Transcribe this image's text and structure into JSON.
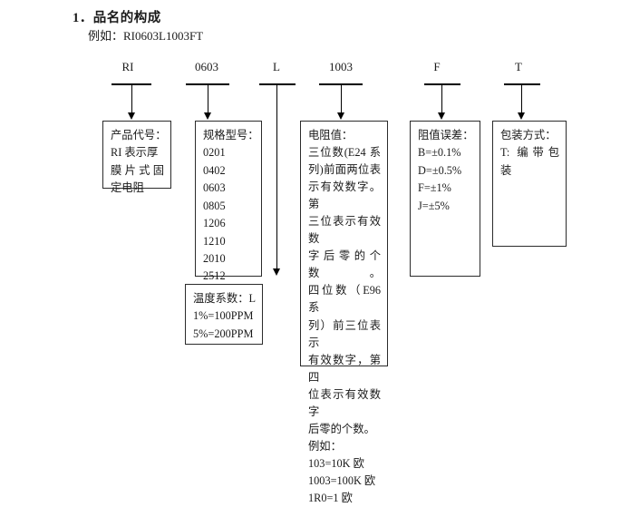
{
  "document": {
    "heading": "1．品名的构成",
    "example_line": "例如：RI0603L1003FT"
  },
  "segments": [
    {
      "name": "product-code",
      "label": "RI"
    },
    {
      "name": "size-code",
      "label": "0603"
    },
    {
      "name": "temp-coef-code",
      "label": "L"
    },
    {
      "name": "resistance-code",
      "label": "1003"
    },
    {
      "name": "tolerance-code",
      "label": "F"
    },
    {
      "name": "packaging-code",
      "label": "T"
    }
  ],
  "boxes": {
    "product_code": {
      "title": "产品代号：",
      "lines": [
        "RI 表示厚",
        "膜片式固",
        "定电阻"
      ]
    },
    "size_type": {
      "title": "规格型号：",
      "lines": [
        "0201",
        "0402",
        "0603",
        "0805",
        "1206",
        "1210",
        "2010",
        "2512"
      ]
    },
    "temperature_coefficient": {
      "title": "温度系数：L",
      "lines": [
        "1%=100PPM",
        "5%=200PPM"
      ]
    },
    "resistance_value": {
      "title": "电阻值：",
      "lines": [
        "三位数(E24 系",
        "列)前面两位表",
        "示有效数字。第",
        "三位表示有效数",
        "字后零的个数。",
        "四位数（E96 系",
        "列）前三位表示",
        "有效数字，第四",
        "位表示有效数字",
        "后零的个数。"
      ],
      "example_label": "例如：",
      "examples": [
        "103=10K 欧",
        "1003=100K 欧",
        "1R0=1 欧"
      ]
    },
    "tolerance": {
      "title": "阻值误差：",
      "lines": [
        "B=±0.1%",
        "D=±0.5%",
        "F=±1%",
        "J=±5%"
      ]
    },
    "packaging": {
      "title": "包装方式：",
      "lines": [
        "T: 编带包",
        "装"
      ]
    }
  }
}
